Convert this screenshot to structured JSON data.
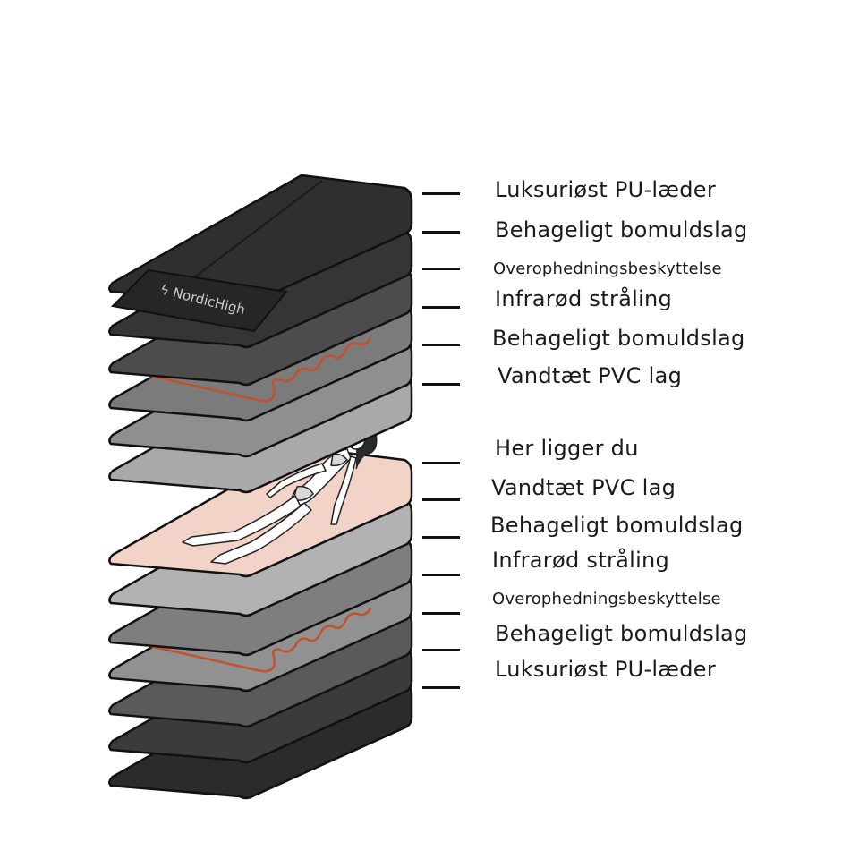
{
  "brand": {
    "logo_text": "NordicHigh"
  },
  "layers_top": [
    {
      "label": "Luksuriøst PU-læder",
      "fill": "#2f2f2f"
    },
    {
      "label": "Behageligt bomuldslag",
      "fill": "#353535"
    },
    {
      "label": "Overophedningsbeskyttelse",
      "fill": "#4c4c4c"
    },
    {
      "label": "Infrarød stråling",
      "fill": "#7b7b7b"
    },
    {
      "label": "Behageligt bomuldslag",
      "fill": "#8f8f8f"
    },
    {
      "label": "Vandtæt PVC lag",
      "fill": "#a9a9a9"
    }
  ],
  "user_layer": {
    "label": "Her ligger du",
    "fill": "#f2d3c8"
  },
  "layers_bottom": [
    {
      "label": "Vandtæt PVC lag",
      "fill": "#b2b2b2"
    },
    {
      "label": "Behageligt bomuldslag",
      "fill": "#7e7e7e"
    },
    {
      "label": "Infrarød stråling",
      "fill": "#919191"
    },
    {
      "label": "Overophedningsbeskyttelse",
      "fill": "#5a5a5a"
    },
    {
      "label": "Behageligt bomuldslag",
      "fill": "#3b3b3b"
    },
    {
      "label": "Luksuriøst PU-læder",
      "fill": "#2b2b2b"
    }
  ],
  "colors": {
    "heating_element": "#c4502c",
    "outline": "#111111"
  }
}
